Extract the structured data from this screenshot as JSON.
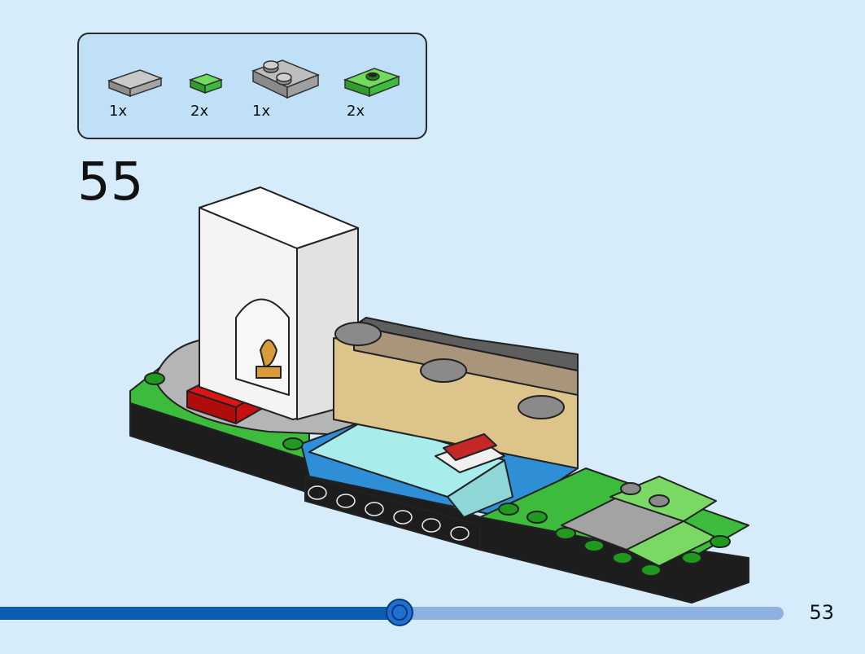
{
  "parts": [
    {
      "name": "gray-tile-1x2",
      "qty": "1x"
    },
    {
      "name": "green-tile-1x1",
      "qty": "2x"
    },
    {
      "name": "gray-plate-2x2-with-studs",
      "qty": "1x"
    },
    {
      "name": "green-plate-1x2-with-center-stud",
      "qty": "2x"
    }
  ],
  "step": {
    "number": "55"
  },
  "page": {
    "number": "53"
  },
  "progress": {
    "fraction": 0.51
  },
  "colors": {
    "background": "#d6ecfb",
    "parts_box": "#bfe0f7",
    "progress_fill": "#0a5db3",
    "progress_track": "#8fb1e0",
    "brick_green": "#3cbb3c",
    "brick_gray": "#a3a3a3",
    "brick_tan": "#dcc48a",
    "brick_red": "#d01010"
  }
}
